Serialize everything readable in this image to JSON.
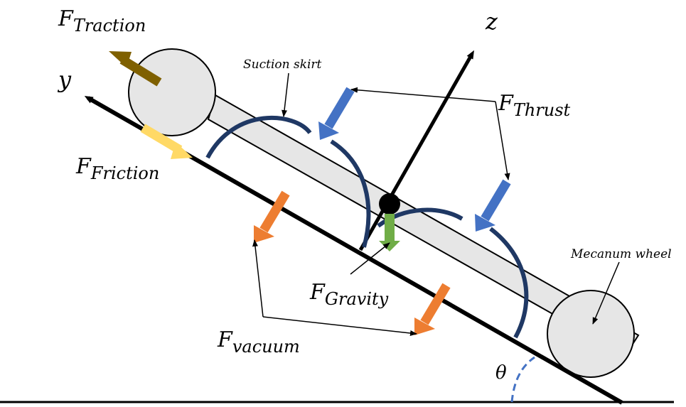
{
  "labels": {
    "axis_y": "y",
    "axis_z": "z",
    "theta": "θ",
    "suction_skirt": "Suction skirt",
    "mecanum_wheel": "Mecanum wheel"
  },
  "forces": {
    "traction": {
      "main": "F",
      "sub": "Traction"
    },
    "friction": {
      "main": "F",
      "sub": "Friction"
    },
    "thrust": {
      "main": "F",
      "sub": "Thrust"
    },
    "gravity": {
      "main": "F",
      "sub": "Gravity"
    },
    "vacuum": {
      "main": "F",
      "sub": "vacuum"
    }
  },
  "colors": {
    "skirt": "#1f3864",
    "thrust_arrow": "#4472c4",
    "vacuum_arrow": "#ed7d31",
    "friction_arrow": "#ffd966",
    "traction_arrow": "#7f6000",
    "gravity_arrow": "#70ad47",
    "wheel_fill": "#e6e6e6",
    "theta_arc": "#4472c4"
  }
}
